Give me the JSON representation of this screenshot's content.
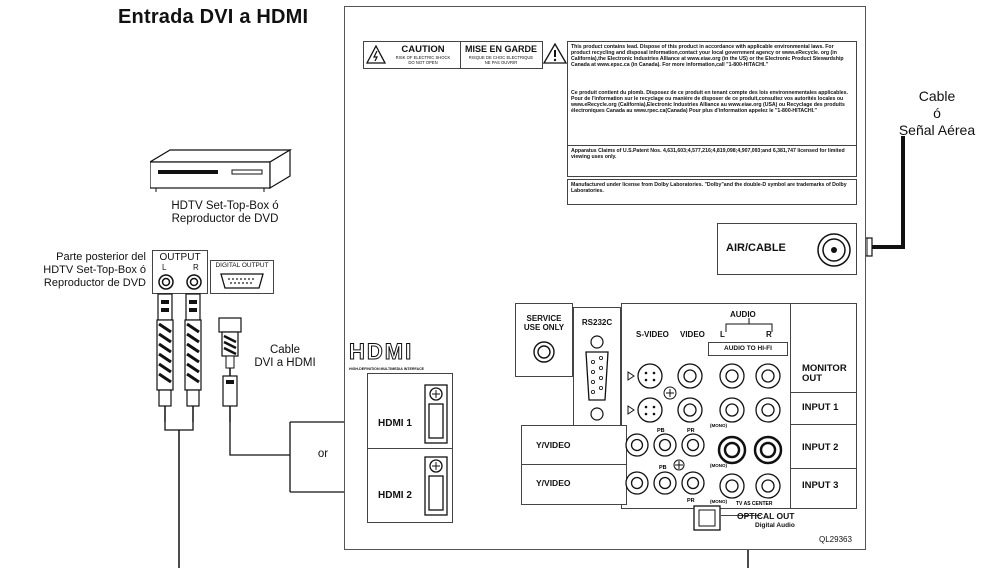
{
  "title": "Entrada DVI a HDMI",
  "labels": {
    "stb_name": "HDTV Set-Top-Box ó\nReproductor de DVD",
    "stb_back": "Parte posterior del\nHDTV Set-Top-Box ó\nReproductor de DVD",
    "output": "OUTPUT",
    "output_l": "L",
    "output_r": "R",
    "digital_output": "DIGITAL OUTPUT",
    "cable_dvi_hdmi": "Cable\nDVI a HDMI",
    "or": "or",
    "cable_antenna": "Cable\nó\nSeñal Aérea"
  },
  "panel": {
    "caution": "CAUTION",
    "caution_sub": "RISK OF ELECTRIC SHOCK\nDO NOT OPEN",
    "mise_en_garde": "MISE EN GARDE",
    "mise_sub": "RISQUE DE CHOC ELECTRIQUE\nNE PAS OUVRIR",
    "notice_en": "This product contains lead. Dispose of this product in accordance with applicable environmental laws. For product recycling and disposal information,contact your local government agency or www.eRecycle. org (in California),the Electronic Industries Alliance at www.eiae.org (in the US) or the Electronic Product Stewardship Canada at www.epsc.ca (in Canada). For more information,call \"1-800-HITACHI.\"",
    "notice_fr": "Ce produit contient du plomb. Disposez de ce produit en tenant compte des lois environnementales applicables. Pour de l'information sur le recyclage ou manière de disposer de ce produit,consultez vos autorités locales ou www.eRecycle.org (California),Electronic Industries Alliance au www.eiae.org (USA) ou Recyclage des produits électroniques Canada au www.rpec.ca(Canada) Pour plus d'information appelez le \"1-800-HITACHI.\"",
    "patent": "Apparatus Claims of U.S.Patent Nos. 4,631,603;4,577,216;4,819,098;4,907,093;and 6,381,747 licensed for limited viewing uses only.",
    "dolby": "Manufactured under license from Dolby Laboratories. \"Dolby\"and the double-D symbol are trademarks of Dolby Laboratories.",
    "air_cable": "AIR/CABLE",
    "service": "SERVICE\nUSE ONLY",
    "rs232c": "RS232C",
    "hdmi_logo": "HDMI",
    "hdmi_logo_sub": "HIGH-DEFINITION MULTIMEDIA INTERFACE",
    "hdmi1": "HDMI 1",
    "hdmi2": "HDMI 2",
    "audio": "AUDIO",
    "svideo": "S-VIDEO",
    "video": "VIDEO",
    "audio_l": "L",
    "audio_r": "R",
    "audio_to_hifi": "AUDIO  TO  HI-FI",
    "monitor_out": "MONITOR\nOUT",
    "input1": "INPUT  1",
    "input2": "INPUT  2",
    "input3": "INPUT  3",
    "yvideo": "Y/VIDEO",
    "pb": "PB",
    "pr": "PR",
    "mono": "(MONO)",
    "tv_as_center": "TV  AS  CENTER",
    "optical_out": "OPTICAL OUT",
    "digital_audio": "Digital Audio",
    "model": "QL29363"
  }
}
